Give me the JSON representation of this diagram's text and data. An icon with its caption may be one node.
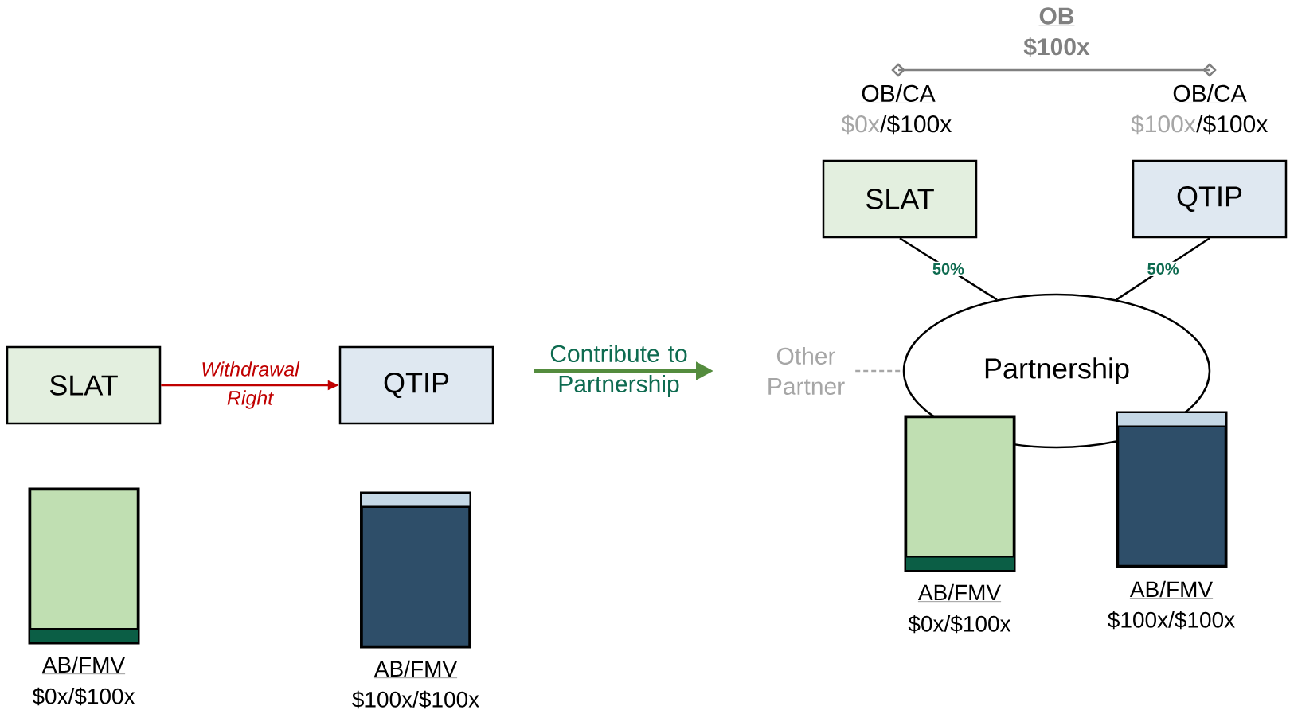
{
  "diagram": {
    "nodes": [
      {
        "text": [
          "SLAT"
        ]
      },
      {
        "text": [
          "QTIP"
        ]
      },
      {
        "text": [
          "SLAT"
        ]
      },
      {
        "text": [
          "QTIP"
        ]
      },
      {
        "text": [
          "Partnership"
        ]
      },
      {
        "text": [
          "Other Partner"
        ]
      },
      {
        "text": [],
        "shape": "bar",
        "beside": [
          "AB/FMV",
          "$0x/$100x"
        ]
      },
      {
        "text": [],
        "shape": "bar",
        "beside": [
          "AB/FMV",
          "$100x/$100x"
        ]
      },
      {
        "text": [],
        "shape": "bar",
        "beside": [
          "AB/FMV",
          "$0x/$100x"
        ]
      },
      {
        "text": [],
        "shape": "bar",
        "beside": [
          "AB/FMV",
          "$100x/$100x"
        ]
      }
    ],
    "edges": [
      {
        "from": 0,
        "to": 1,
        "arrow": "to",
        "label": "Withdrawal Right",
        "color": "#c00000"
      },
      {
        "from": 2,
        "to": 4,
        "arrow": "none",
        "label": "50%"
      },
      {
        "from": 3,
        "to": 4,
        "arrow": "none",
        "label": "50%"
      },
      {
        "from": 5,
        "to": 4,
        "arrow": "none",
        "style": "dashed",
        "color": "#a6a6a6"
      }
    ],
    "labels": [
      "OB",
      "$100x",
      "OB/CA",
      "$0x",
      "/$100x",
      "OB/CA",
      "$100x",
      "/$100x",
      "Contribute to Partnership"
    ]
  }
}
